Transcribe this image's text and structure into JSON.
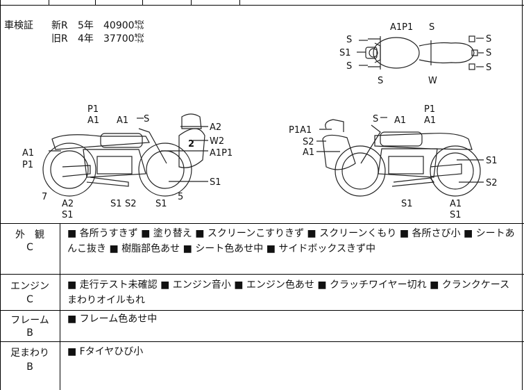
{
  "registration": {
    "label": "車検証",
    "new_r": "新R",
    "new_year": "5年",
    "new_km": "40900㌖",
    "old_r": "旧R",
    "old_year": "4年",
    "old_km": "37700㌖"
  },
  "top_view_labels": {
    "A1P1": "A1P1",
    "S_top": "S",
    "S_left1": "S",
    "S1_left": "S1",
    "S_left2": "S",
    "S_right1": "S",
    "S_right2": "S",
    "S_right3": "S",
    "S_bottom": "S",
    "W_bottom": "W"
  },
  "left_side_labels": {
    "P1": "P1",
    "A1_a": "A1",
    "A1_b": "A1",
    "S_top": "S",
    "A2_right": "A2",
    "W2": "W2",
    "A1P1": "A1P1",
    "A1_left": "A1",
    "P1_left": "P1",
    "S1_right": "S1",
    "num7": "7",
    "num5": "5",
    "A2_bottom": "A2",
    "S1_bottom_a": "S1",
    "S1_bottom_b": "S1",
    "S2_bottom": "S2",
    "S1_bottom_c": "S1",
    "W2_mark": "2"
  },
  "right_side_labels": {
    "P1": "P1",
    "A1_top": "A1",
    "S_top": "S",
    "A1_b": "A1",
    "P1A1": "P1A1",
    "S2_left": "S2",
    "A1_left": "A1",
    "S1_right": "S1",
    "S2_right": "S2",
    "S1_bottom": "S1",
    "A1_bottom": "A1",
    "S1_bottom_b": "S1"
  },
  "inspection": [
    {
      "category": "外　観",
      "grade": "C",
      "notes": "■ 各所うすきず ■ 塗り替え ■ スクリーンこすりきず ■ スクリーンくもり ■ 各所さび小 ■ シートあんこ抜き ■ 樹脂部色あせ ■ シート色あせ中 ■ サイドボックスきず中"
    },
    {
      "category": "エンジン",
      "grade": "C",
      "notes": "■ 走行テスト未確認 ■ エンジン音小 ■ エンジン色あせ ■ クラッチワイヤー切れ ■ クランクケースまわりオイルもれ"
    },
    {
      "category": "フレーム",
      "grade": "B",
      "notes": "■ フレーム色あせ中"
    },
    {
      "category": "足まわり",
      "grade": "B",
      "notes": "■ Fタイヤひび小"
    }
  ]
}
